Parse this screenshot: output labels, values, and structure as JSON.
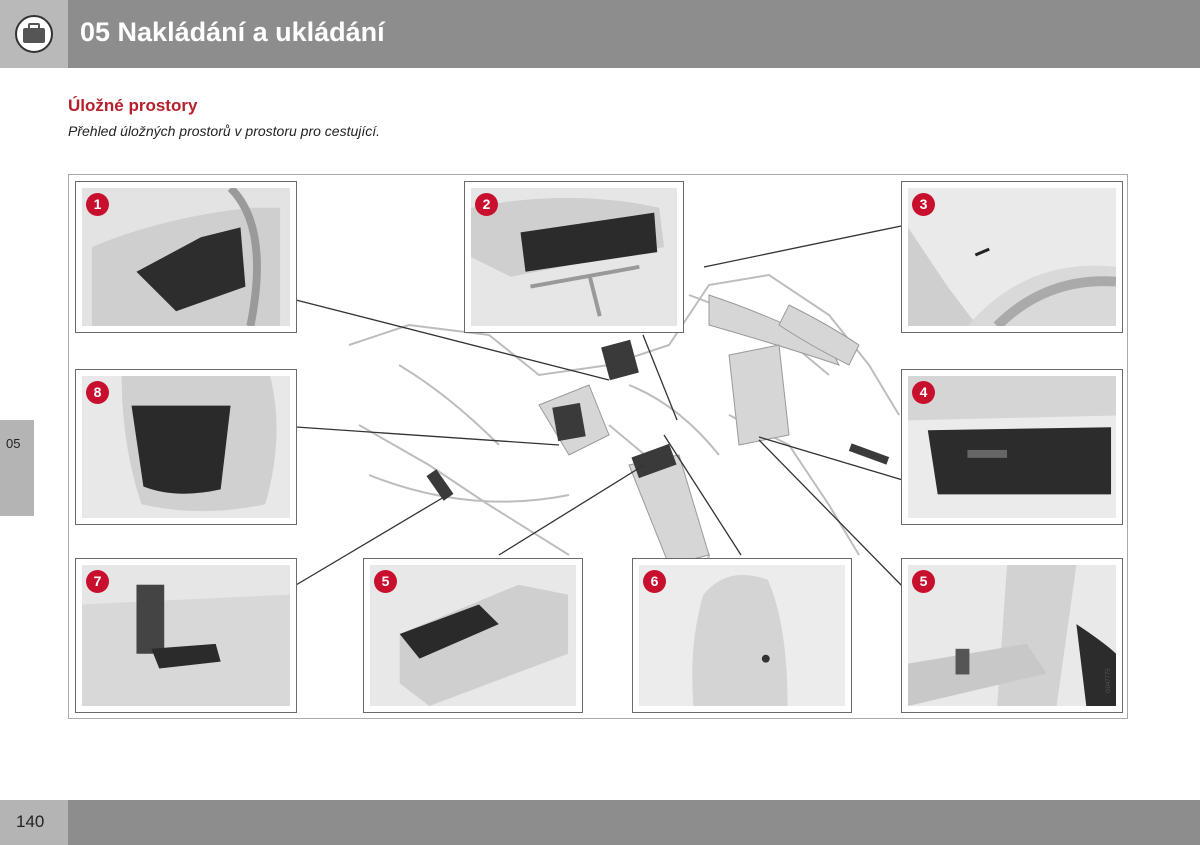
{
  "header": {
    "chapter_title": "05 Nakládání a ukládání",
    "icon": "luggage-icon"
  },
  "side_tab": {
    "label": "05"
  },
  "section": {
    "title": "Úložné prostory",
    "description": "Přehled úložných prostorů v prostoru pro cestující."
  },
  "figure": {
    "code": "G047775",
    "callouts": [
      "1",
      "2",
      "3",
      "8",
      "4",
      "7",
      "5",
      "6",
      "5"
    ]
  },
  "colors": {
    "accent": "#c8102e",
    "title_red": "#b5202c",
    "header_gray": "#8d8d8d",
    "tab_gray": "#b4b4b4"
  },
  "footer": {
    "page_number": "140"
  }
}
